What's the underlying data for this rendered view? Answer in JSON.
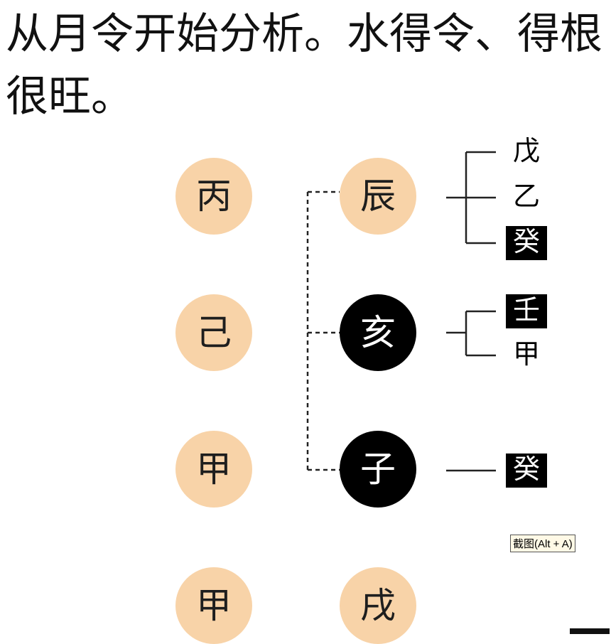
{
  "heading": {
    "line1": "从月令开始分析。水得令、得根",
    "line2": "很旺。"
  },
  "pillars": {
    "stems": [
      "丙",
      "己",
      "甲",
      "甲"
    ],
    "branches": [
      {
        "char": "辰",
        "style": "light"
      },
      {
        "char": "亥",
        "style": "dark"
      },
      {
        "char": "子",
        "style": "dark"
      },
      {
        "char": "戌",
        "style": "light"
      }
    ]
  },
  "hidden_stems": {
    "chen": [
      {
        "char": "戊",
        "highlight": false
      },
      {
        "char": "乙",
        "highlight": false
      },
      {
        "char": "癸",
        "highlight": true
      }
    ],
    "hai": [
      {
        "char": "壬",
        "highlight": true
      },
      {
        "char": "甲",
        "highlight": false
      }
    ],
    "zi": [
      {
        "char": "癸",
        "highlight": true
      }
    ]
  },
  "tooltip": "截图(Alt + A)",
  "colors": {
    "light_circle": "#f8d3a8",
    "dark_circle": "#000000",
    "highlight_box": "#000000",
    "text": "#111111"
  }
}
